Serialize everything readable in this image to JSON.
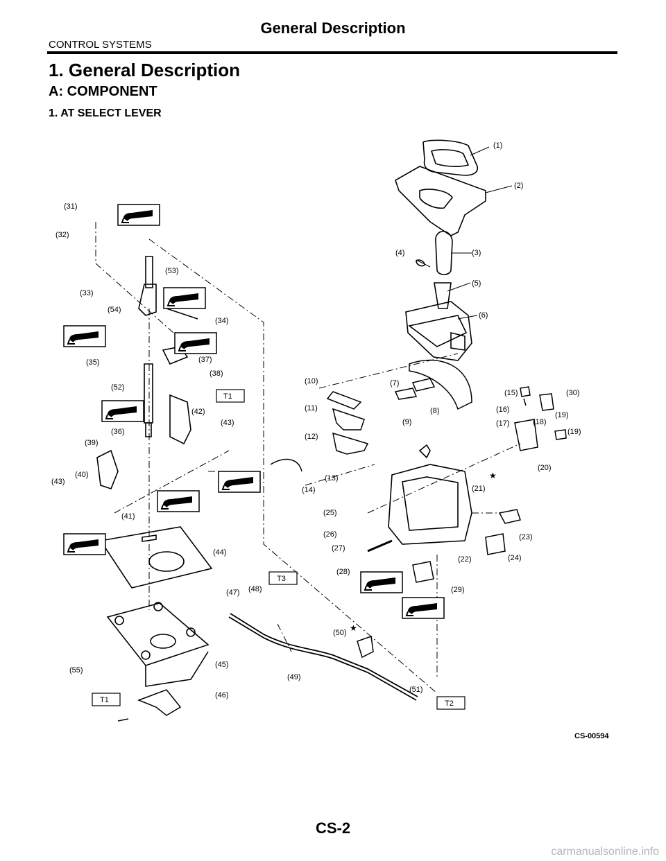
{
  "header": {
    "title": "General Description",
    "section": "CONTROL SYSTEMS"
  },
  "headings": {
    "h1": "1. General Description",
    "h2": "A: COMPONENT",
    "h3": "1. AT SELECT LEVER"
  },
  "diagram": {
    "figure_id": "CS-00594",
    "labels": [
      "(1)",
      "(2)",
      "(3)",
      "(4)",
      "(5)",
      "(6)",
      "(7)",
      "(8)",
      "(9)",
      "(10)",
      "(11)",
      "(12)",
      "(13)",
      "(14)",
      "(15)",
      "(16)",
      "(17)",
      "(18)",
      "(19)",
      "(19)",
      "(20)",
      "(21)",
      "(22)",
      "(23)",
      "(24)",
      "(25)",
      "(26)",
      "(27)",
      "(28)",
      "(29)",
      "(30)",
      "(31)",
      "(32)",
      "(33)",
      "(34)",
      "(35)",
      "(36)",
      "(37)",
      "(38)",
      "(39)",
      "(40)",
      "(41)",
      "(42)",
      "(43)",
      "(43)",
      "(44)",
      "(45)",
      "(46)",
      "(47)",
      "(48)",
      "(49)",
      "(50)",
      "(51)",
      "(52)",
      "(53)",
      "(54)",
      "(55)"
    ],
    "torque_labels": [
      "T1",
      "T1",
      "T2",
      "T3"
    ]
  },
  "footer": {
    "page_number": "CS-2",
    "watermark": "carmanualsonline.info"
  }
}
